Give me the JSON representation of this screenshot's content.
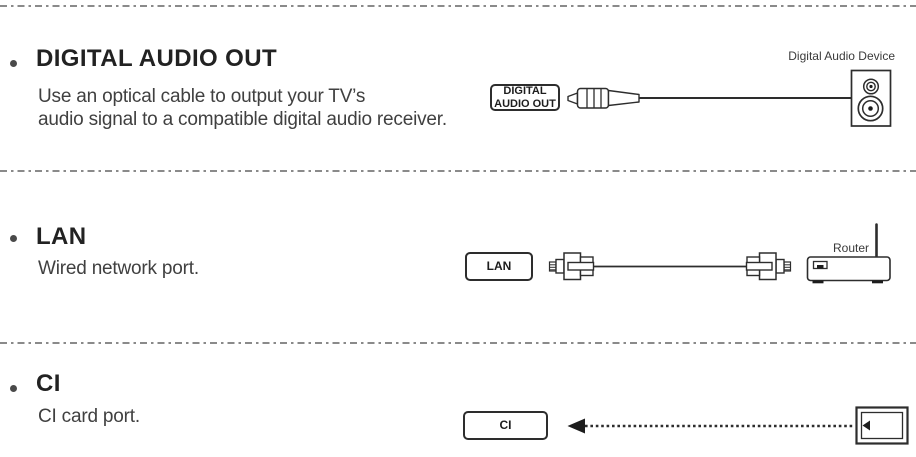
{
  "page": {
    "background": "#ffffff",
    "divider_color": "#8a8a8a",
    "ink_color": "#2d2d2d",
    "heading_color": "#222222",
    "body_color": "#404040"
  },
  "sections": [
    {
      "heading": "DIGITAL AUDIO OUT",
      "description_line1": "Use an optical cable to output your TV’s",
      "description_line2": "audio signal to a compatible digital audio receiver.",
      "port_label_line1": "DIGITAL",
      "port_label_line2": "AUDIO OUT",
      "device_label": "Digital Audio Device"
    },
    {
      "heading": "LAN",
      "description_line1": "Wired network port.",
      "port_label": "LAN",
      "device_label": "Router"
    },
    {
      "heading": "CI",
      "description_line1": "CI card port.",
      "port_label": "CI"
    }
  ]
}
